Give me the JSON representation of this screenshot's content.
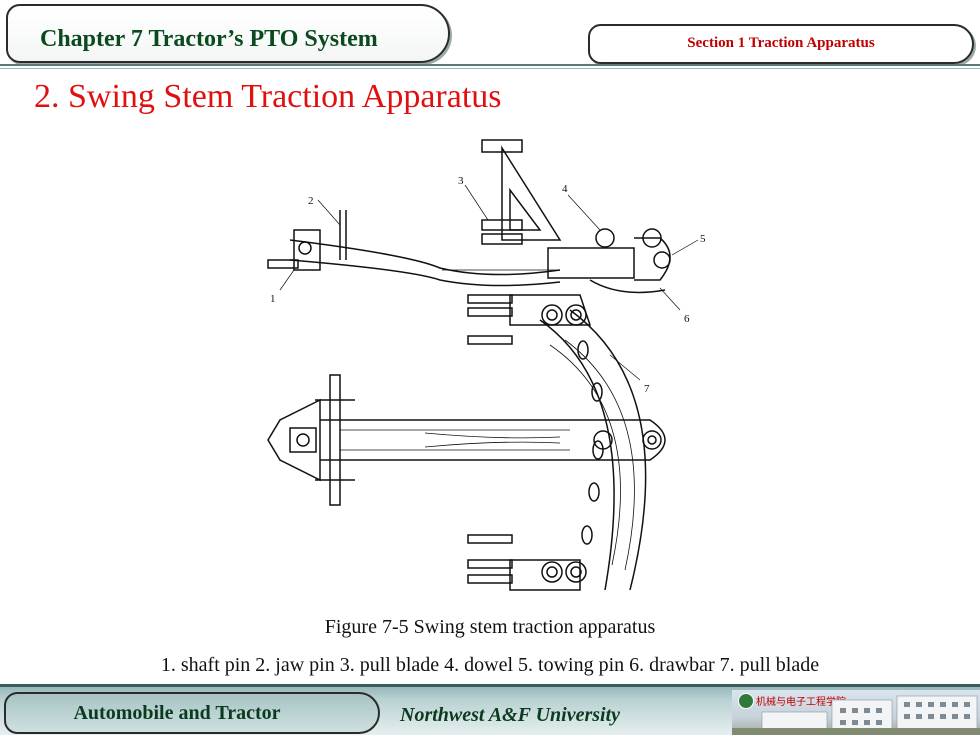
{
  "header": {
    "chapter_title": "Chapter 7 Tractor’s PTO System",
    "section_title": "Section 1 Traction Apparatus"
  },
  "slide": {
    "heading": "2. Swing Stem Traction Apparatus"
  },
  "figure": {
    "caption": "Figure 7-5 Swing stem traction apparatus",
    "callouts": [
      "1",
      "2",
      "3",
      "4",
      "5",
      "6",
      "7"
    ],
    "legend": "1. shaft pin   2. jaw pin   3. pull blade  4. dowel  5. towing pin  6. drawbar  7. pull blade"
  },
  "footer": {
    "course": "Automobile and Tractor",
    "university": "Northwest  A&F  University",
    "college_sign": "机械与电子工程学院"
  }
}
